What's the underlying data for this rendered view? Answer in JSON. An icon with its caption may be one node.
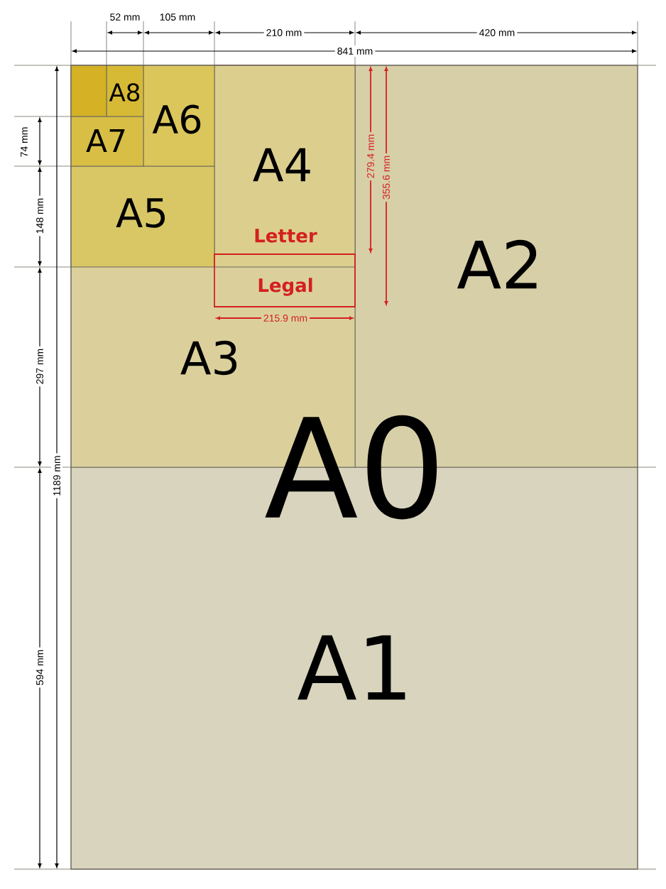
{
  "diagram": {
    "nodes": [
      {
        "text": [
          "A0"
        ]
      },
      {
        "text": [
          "A1"
        ],
        "in": 0
      },
      {
        "text": [
          "A2"
        ],
        "in": 0
      },
      {
        "text": [
          "A3"
        ],
        "in": 0
      },
      {
        "text": [
          "A4"
        ],
        "in": 3
      },
      {
        "text": [
          "A5"
        ],
        "in": 3
      },
      {
        "text": [
          "A6"
        ],
        "in": 3
      },
      {
        "text": [
          "A7"
        ],
        "in": 3
      },
      {
        "text": [
          "A8"
        ],
        "in": 3
      },
      {
        "text": [],
        "shape": "box",
        "in": 3
      },
      {
        "text": [
          "Letter"
        ],
        "in": 4
      },
      {
        "text": [
          "Legal"
        ],
        "in": 3
      }
    ],
    "labels": [
      "52 mm",
      "105 mm",
      "210 mm",
      "420 mm",
      "841 mm",
      "74 mm",
      "148 mm",
      "297 mm",
      "1189 mm",
      "594 mm",
      "279.4 mm",
      "355.6 mm",
      "215.9 mm"
    ]
  }
}
